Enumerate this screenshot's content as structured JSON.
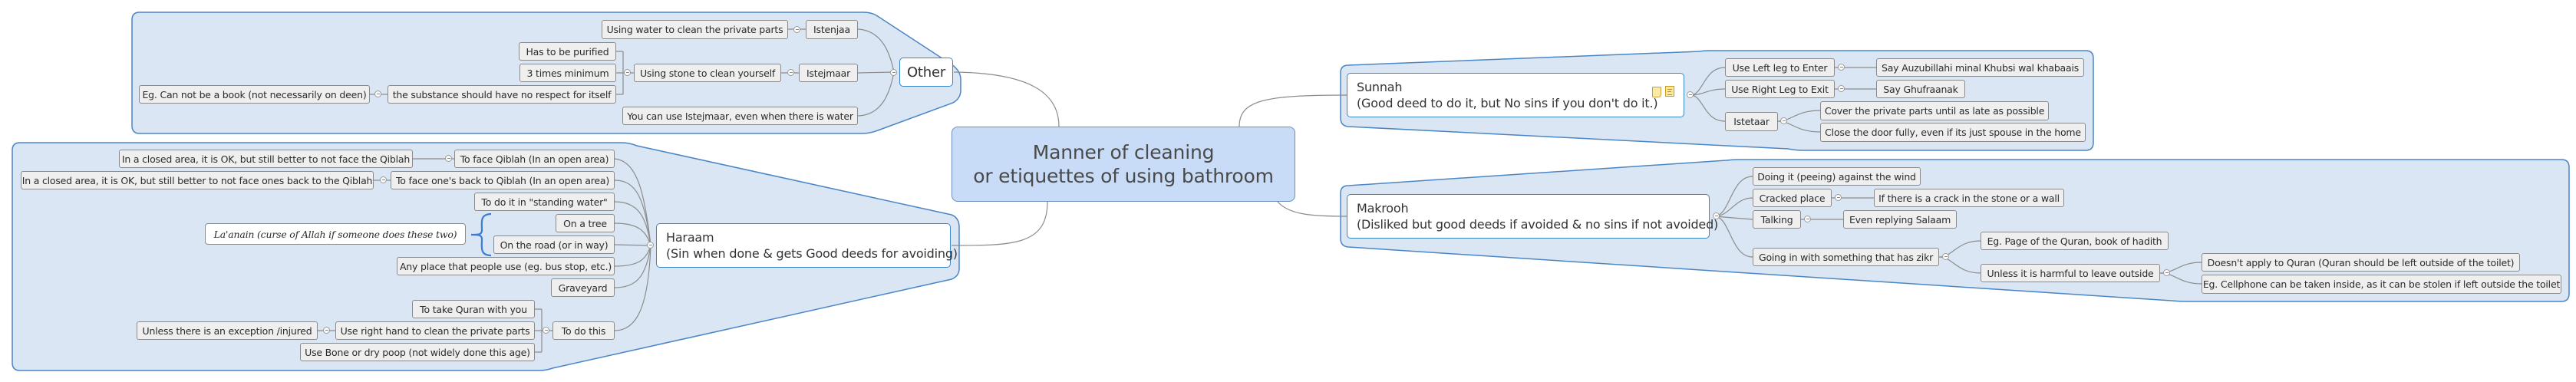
{
  "central": {
    "line1": "Manner of cleaning",
    "line2": "or etiquettes of using bathroom"
  },
  "other": {
    "label": "Other",
    "istenjaa": {
      "label": "Istenjaa",
      "child": "Using water to clean the private parts"
    },
    "istejmaar": {
      "label": "Istejmaar",
      "child": "Using stone to clean yourself",
      "conditions": [
        "Has to be purified",
        "3 times minimum",
        "the substance should have no respect for itself"
      ],
      "example": "Eg. Can not be a book (not necessarily on deen)"
    },
    "note": "You can use Istejmaar, even when there is water"
  },
  "haraam": {
    "line1": "Haraam",
    "line2": "(Sin when done & gets Good deeds for avoiding)",
    "items": [
      {
        "label": "To face Qiblah (In an open area)",
        "child": "In a closed area, it is OK, but still better to not face the Qiblah"
      },
      {
        "label": "To face one's back to Qiblah (In an open area)",
        "child": "In a closed area, it is OK, but still better to not face ones back to the Qiblah"
      },
      {
        "label": "To do it in \"standing water\""
      },
      {
        "label": "On a tree"
      },
      {
        "label": "On the road (or in way)"
      },
      {
        "label": "Any place that people use (eg. bus stop, etc.)"
      },
      {
        "label": "Graveyard"
      },
      {
        "label": "To do this"
      }
    ],
    "laanain": "La'anain (curse of Allah if someone does these two)",
    "to_do_this": {
      "children": [
        "To take Quran with you",
        "Use right hand to clean the private parts",
        "Use Bone or dry poop (not widely done this age)"
      ],
      "exception": "Unless there is an exception /injured"
    }
  },
  "sunnah": {
    "line1": "Sunnah",
    "line2": "(Good deed to do it, but No sins if you don't do it.)",
    "icons": [
      "sticky-note-icon",
      "notes-document-icon"
    ],
    "items": [
      {
        "label": "Use Left leg to Enter",
        "child": "Say Auzubillahi minal Khubsi wal khabaais"
      },
      {
        "label": "Use Right Leg to Exit",
        "child": "Say Ghufraanak"
      },
      {
        "label": "Istetaar",
        "children": [
          "Cover the private parts until as late as possible",
          "Close the door fully, even if its just spouse in the home"
        ]
      }
    ]
  },
  "makrooh": {
    "line1": "Makrooh",
    "line2": "(Disliked but good deeds if avoided & no sins if not avoided)",
    "items": [
      {
        "label": "Doing it (peeing) against the wind"
      },
      {
        "label": "Cracked place",
        "child": "If there is a crack in the stone or a wall"
      },
      {
        "label": "Talking",
        "child": "Even replying Salaam"
      },
      {
        "label": "Going in with something that has zikr",
        "children": [
          "Eg. Page of the Quran, book of hadith",
          "Unless it is harmful to leave outside"
        ],
        "sub": [
          "Doesn't apply to Quran (Quran should be left outside of the toilet)",
          "Eg. Cellphone can be taken inside, as it can be stolen if left outside the toilet"
        ]
      }
    ]
  },
  "colors": {
    "group_fill": "#dbe6f4",
    "group_stroke": "#4a86c5",
    "central_fill": "#c9dcf7",
    "main_border": "#3a86c8",
    "node_fill": "#efefef",
    "brace": "#3a7bd5"
  }
}
